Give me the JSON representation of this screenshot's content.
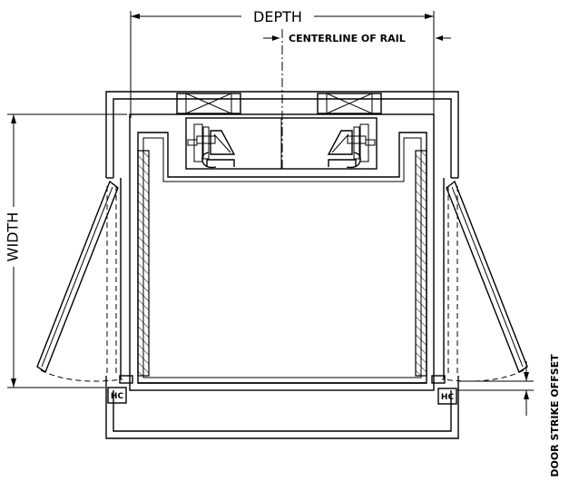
{
  "labels": {
    "depth": "DEPTH",
    "width": "WIDTH",
    "centerline": "CENTERLINE OF RAIL",
    "door_strike_offset": "DOOR STRIKE OFFSET",
    "hc_left": "HC",
    "hc_right": "HC"
  }
}
